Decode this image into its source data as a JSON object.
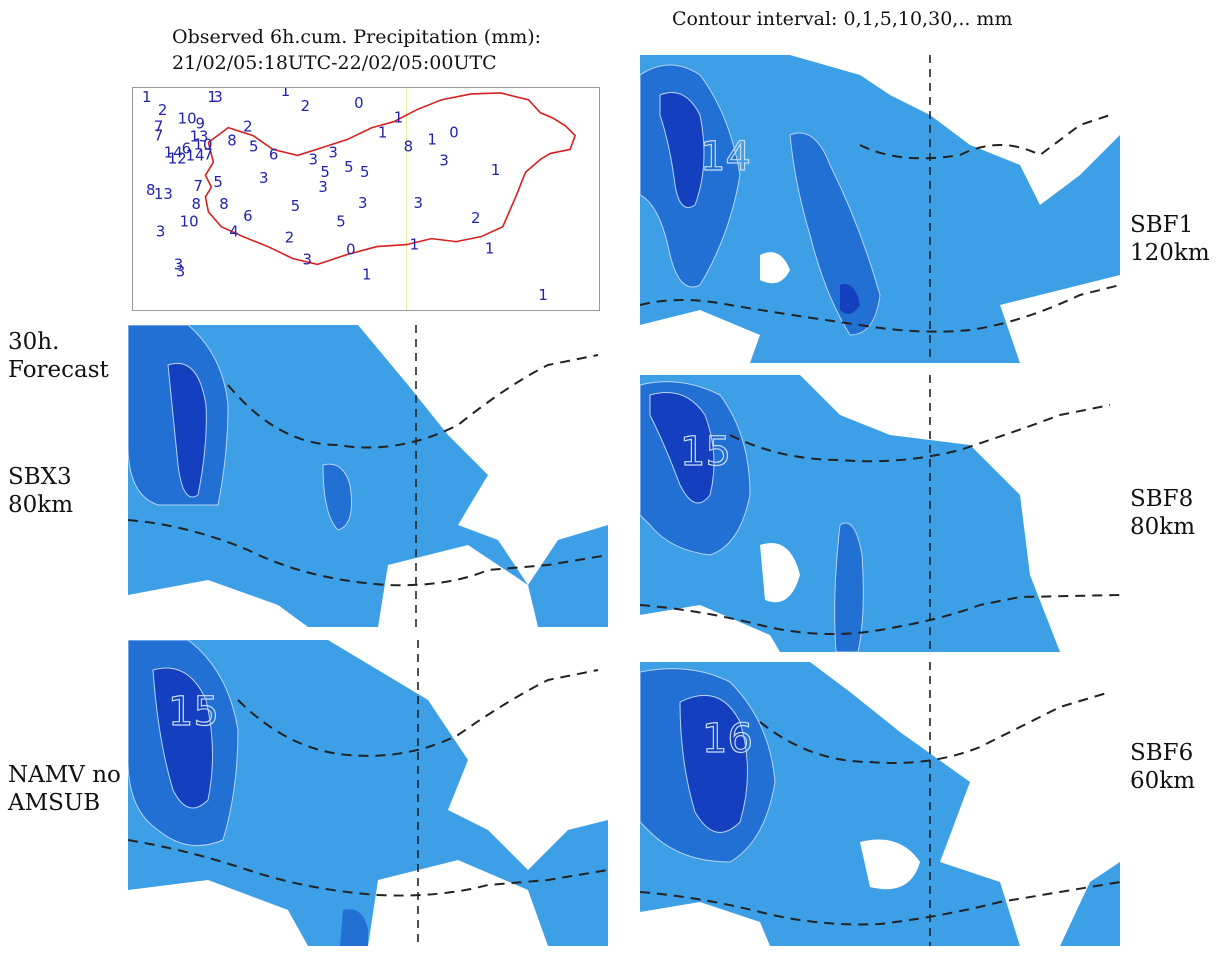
{
  "header": {
    "contour_interval": "Contour interval: 0,1,5,10,30,.. mm",
    "obs_title_line1": "Observed 6h.cum. Precipitation (mm):",
    "obs_title_line2": "21/02/05:18UTC-22/02/05:00UTC"
  },
  "labels": {
    "forecast_line1": "30h.",
    "forecast_line2": "Forecast",
    "sbx3_line1": "SBX3",
    "sbx3_line2": "80km",
    "namv_line1": "NAMV no",
    "namv_line2": "AMSUB",
    "sbf1_line1": "SBF1",
    "sbf1_line2": "120km",
    "sbf8_line1": "SBF8",
    "sbf8_line2": "80km",
    "sbf6_line1": "SBF6",
    "sbf6_line2": "60km"
  },
  "contour_values": {
    "sbf1": "14",
    "sbf8": "15",
    "namv": "15",
    "sbf6": "16"
  },
  "colors": {
    "light_fill": "#3d9fe6",
    "mid_fill": "#2270d4",
    "dark_fill": "#1440c0",
    "border_line": "#222222",
    "obs_outline": "#d62020",
    "station_text": "#2222b0"
  },
  "stations": [
    "1",
    "2",
    "10",
    "9",
    "7",
    "13",
    "3",
    "7",
    "8",
    "2",
    "5",
    "14",
    "6",
    "12",
    "14",
    "10",
    "7",
    "6",
    "3",
    "3",
    "5",
    "5",
    "1",
    "8",
    "1",
    "0",
    "3",
    "1",
    "8",
    "13",
    "7",
    "5",
    "3",
    "3",
    "5",
    "3",
    "8",
    "8",
    "3",
    "10",
    "4",
    "6",
    "5",
    "5",
    "2",
    "3",
    "3",
    "2",
    "1",
    "1",
    "3",
    "0",
    "1",
    "2",
    "3",
    "0",
    "1",
    "1",
    "1",
    "1"
  ]
}
